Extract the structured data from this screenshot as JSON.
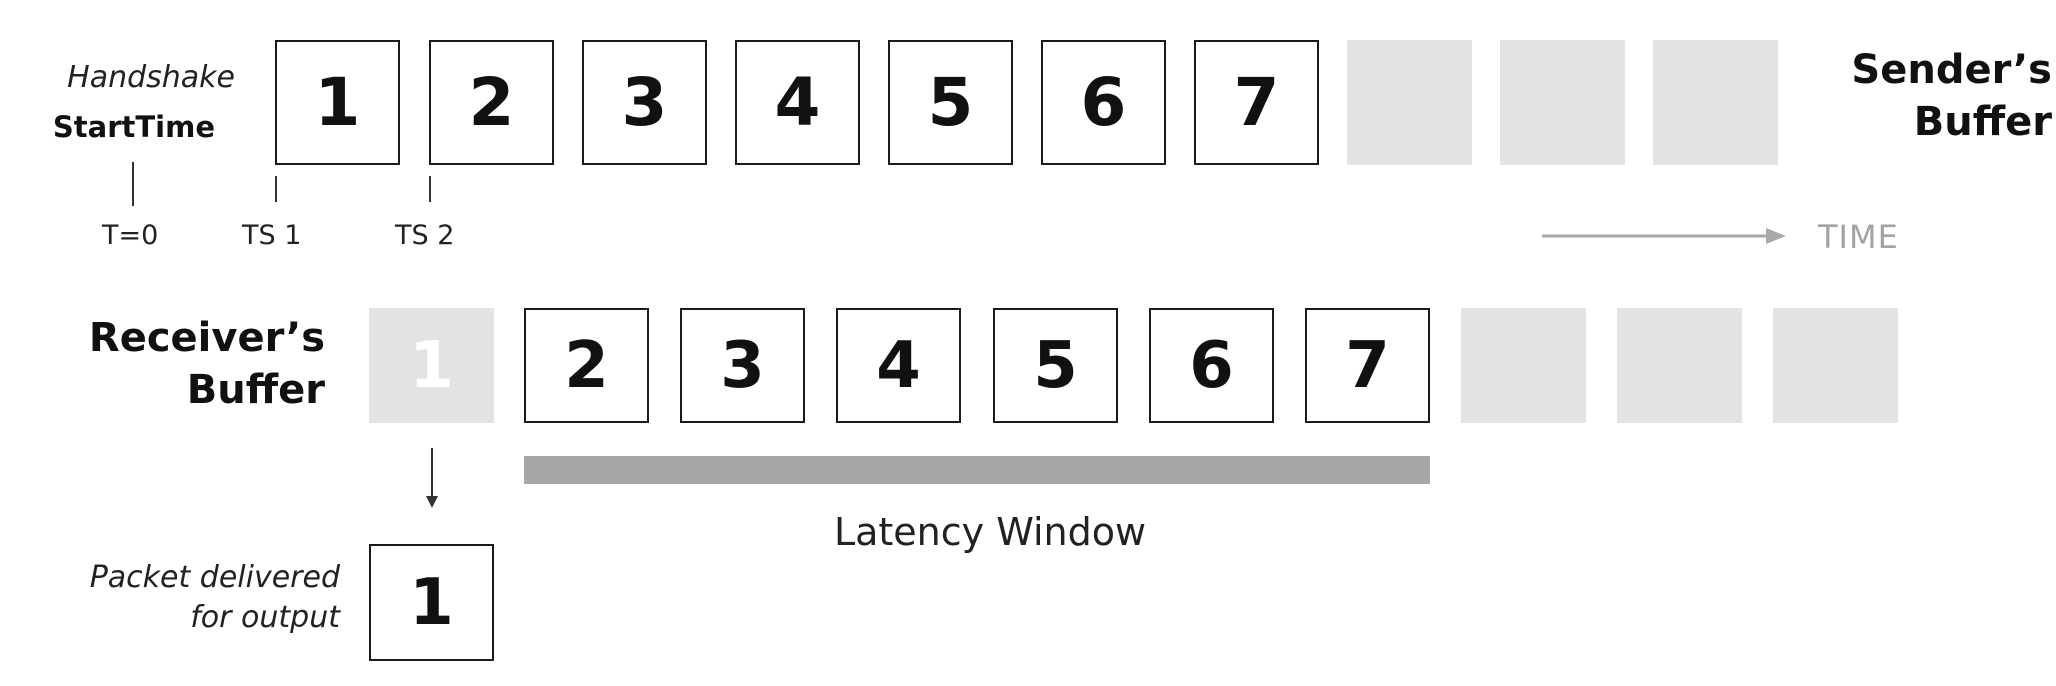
{
  "handshake": {
    "label_top": "Handshake",
    "label_bottom": "StartTime"
  },
  "timeline": {
    "ticks": [
      "T=0",
      "TS 1",
      "TS 2"
    ],
    "time_label": "TIME"
  },
  "sender": {
    "title_line1": "Sender’s",
    "title_line2": "Buffer",
    "packets": [
      "1",
      "2",
      "3",
      "4",
      "5",
      "6",
      "7"
    ],
    "empty_slots": 3
  },
  "receiver": {
    "title_line1": "Receiver’s",
    "title_line2": "Buffer",
    "delivered_ghost": "1",
    "packets": [
      "2",
      "3",
      "4",
      "5",
      "6",
      "7"
    ],
    "empty_slots": 3
  },
  "latency": {
    "label": "Latency Window"
  },
  "output": {
    "label_line1": "Packet delivered",
    "label_line2": "for output",
    "packet": "1"
  },
  "colors": {
    "box_border": "#1a1a1a",
    "empty_slot": "#e3e3e3",
    "latency_bar": "#a7a7a9",
    "time_arrow": "#a9a9a9",
    "time_text": "#a3a3a3"
  }
}
